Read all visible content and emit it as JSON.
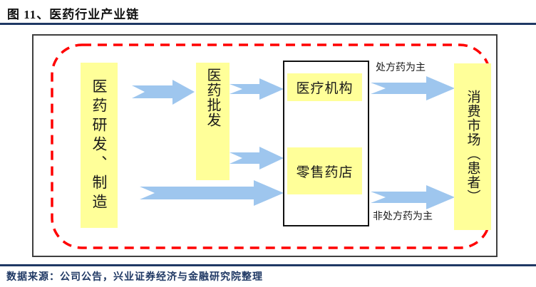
{
  "title": "图 11、医药行业产业链",
  "source_note": "数据来源：公司公告，兴业证券经济与金融研究院整理",
  "diagram": {
    "nodes": {
      "rnd": {
        "label": "医药研发、制造"
      },
      "wholesale": {
        "label": "医药批发"
      },
      "hospital": {
        "label": "医疗机构"
      },
      "pharmacy": {
        "label": "零售药店"
      },
      "market": {
        "label": "消费市场（患者）"
      }
    },
    "flow_labels": {
      "rx": "处方药为主",
      "otc": "非处方药为主"
    },
    "colors": {
      "node_fill": "#FFFF99",
      "arrow_fill": "#9EC6EE",
      "boundary_dash": "#FF0000",
      "rule_navy": "#1F3864"
    }
  }
}
